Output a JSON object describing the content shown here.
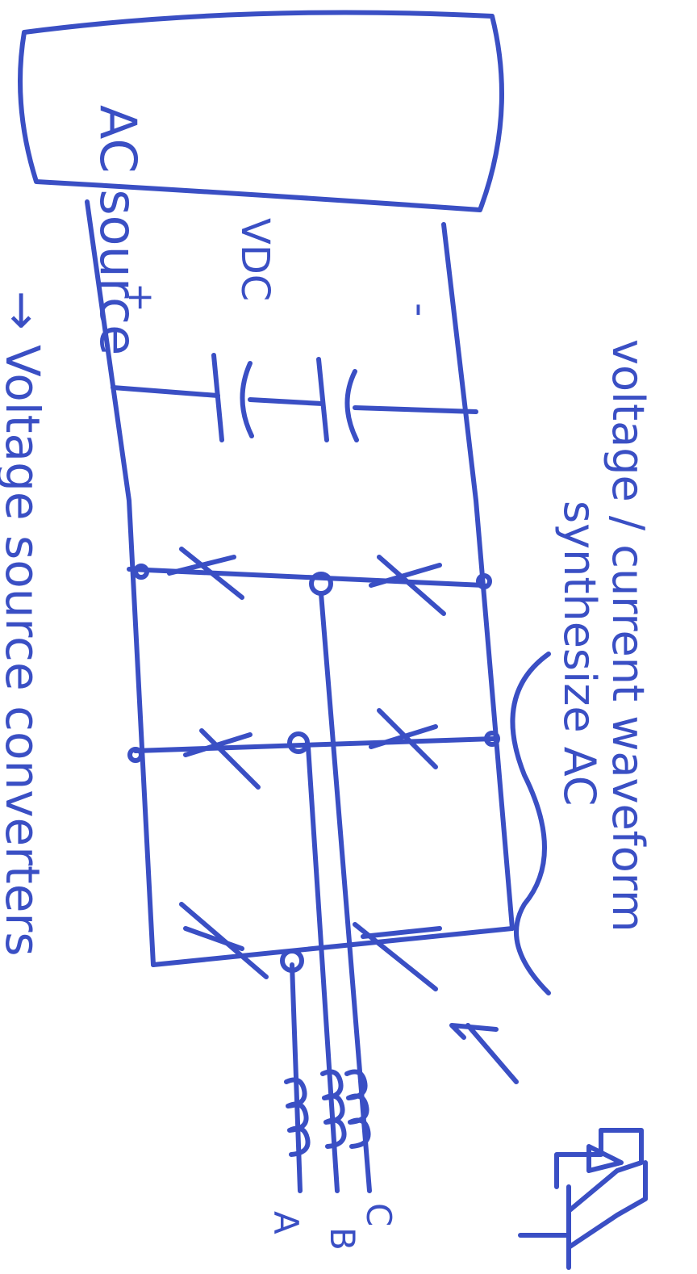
{
  "colors": {
    "ink": "#3a4fc4",
    "paper": "#ffffff"
  },
  "source_box": {
    "label": "AC source"
  },
  "dc_link": {
    "plus": "+",
    "voltage": "VDC",
    "minus": "-"
  },
  "side_note": "→ Voltage source converters",
  "bottom_note": {
    "line1": "synthesize AC",
    "line2": "voltage / current waveform"
  },
  "phases": [
    "A",
    "B",
    "C"
  ]
}
